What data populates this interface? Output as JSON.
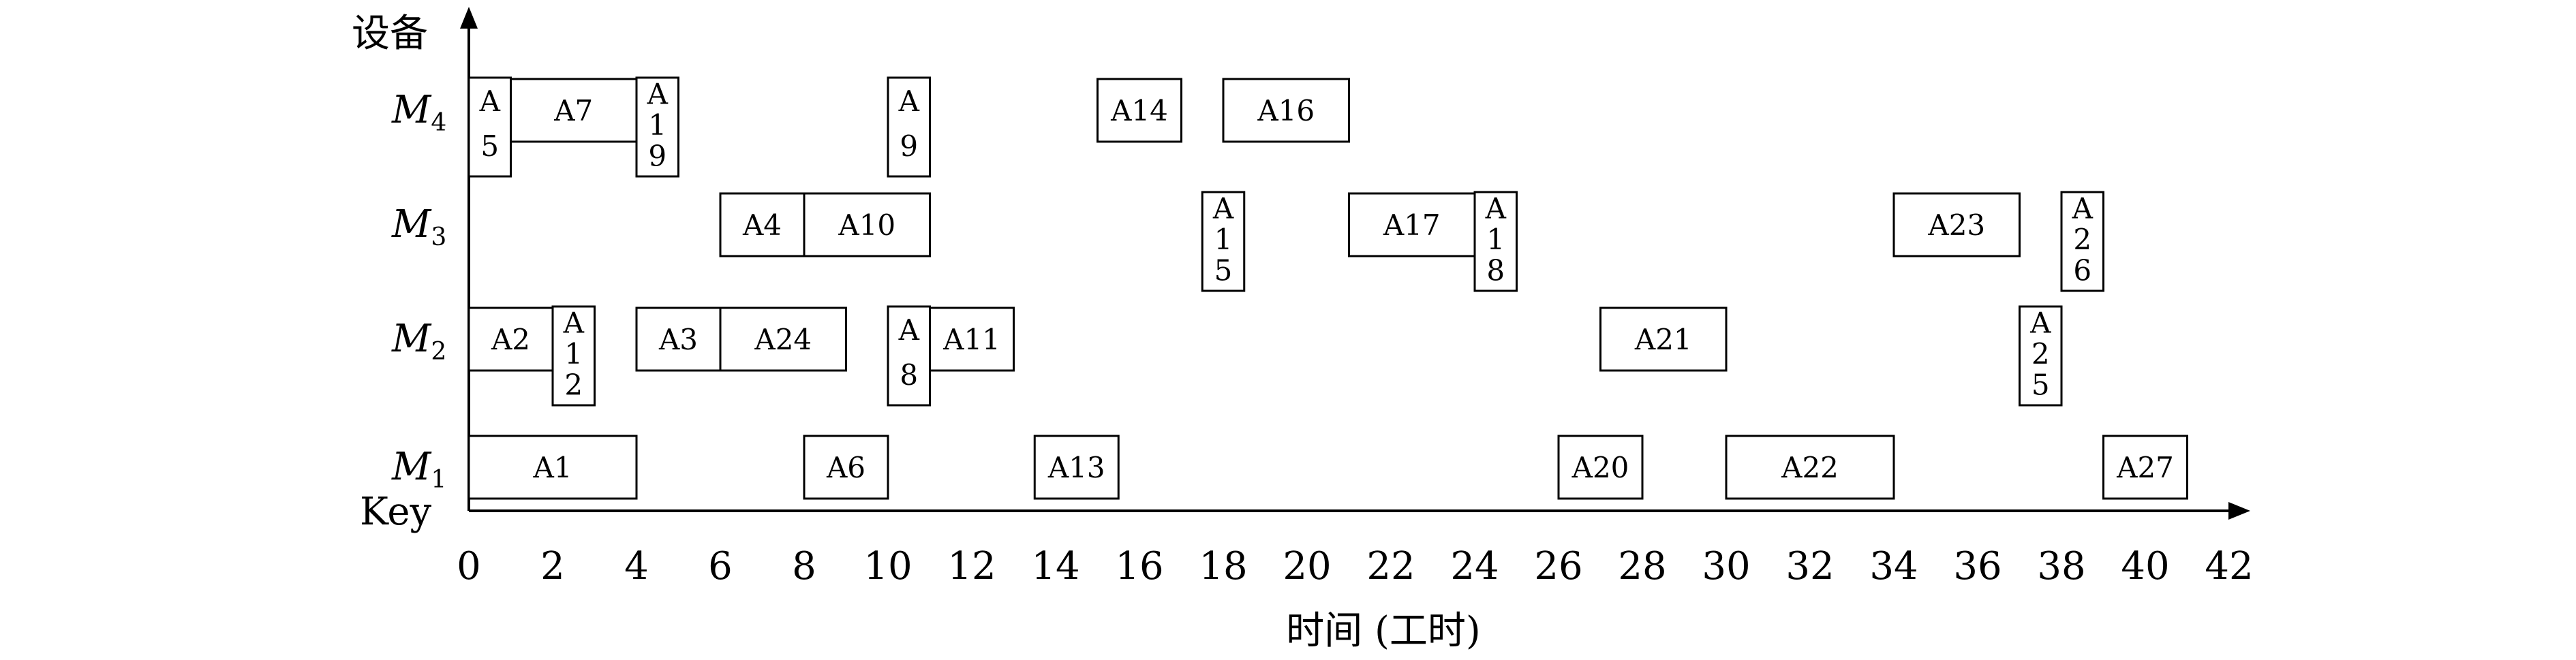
{
  "chart_data": {
    "type": "gantt",
    "ylabel": "设备",
    "xlabel": "时间 (工时)",
    "key_label": "Key",
    "xlim": [
      0,
      42
    ],
    "x_ticks": [
      0,
      2,
      4,
      6,
      8,
      10,
      12,
      14,
      16,
      18,
      20,
      22,
      24,
      26,
      28,
      30,
      32,
      34,
      36,
      38,
      40,
      42
    ],
    "machines": [
      {
        "label": "M",
        "sub": "1"
      },
      {
        "label": "M",
        "sub": "2"
      },
      {
        "label": "M",
        "sub": "3"
      },
      {
        "label": "M",
        "sub": "4"
      }
    ],
    "tasks": [
      {
        "name": "A1",
        "machine": 0,
        "start": 0,
        "end": 4
      },
      {
        "name": "A6",
        "machine": 0,
        "start": 8,
        "end": 10
      },
      {
        "name": "A13",
        "machine": 0,
        "start": 13.5,
        "end": 15.5
      },
      {
        "name": "A20",
        "machine": 0,
        "start": 26,
        "end": 28
      },
      {
        "name": "A22",
        "machine": 0,
        "start": 30,
        "end": 34
      },
      {
        "name": "A27",
        "machine": 0,
        "start": 39,
        "end": 41
      },
      {
        "name": "A2",
        "machine": 1,
        "start": 0,
        "end": 2
      },
      {
        "name": "A12",
        "machine": 1,
        "start": 2,
        "end": 3,
        "vertical": true
      },
      {
        "name": "A3",
        "machine": 1,
        "start": 4,
        "end": 6
      },
      {
        "name": "A24",
        "machine": 1,
        "start": 6,
        "end": 9
      },
      {
        "name": "A8",
        "machine": 1,
        "start": 10,
        "end": 11,
        "vertical": true
      },
      {
        "name": "A11",
        "machine": 1,
        "start": 11,
        "end": 13
      },
      {
        "name": "A21",
        "machine": 1,
        "start": 27,
        "end": 30
      },
      {
        "name": "A25",
        "machine": 1,
        "start": 37,
        "end": 38,
        "vertical": true
      },
      {
        "name": "A4",
        "machine": 2,
        "start": 6,
        "end": 8
      },
      {
        "name": "A10",
        "machine": 2,
        "start": 8,
        "end": 11
      },
      {
        "name": "A15",
        "machine": 2,
        "start": 17.5,
        "end": 18.5,
        "vertical": true
      },
      {
        "name": "A17",
        "machine": 2,
        "start": 21,
        "end": 24
      },
      {
        "name": "A18",
        "machine": 2,
        "start": 24,
        "end": 25,
        "vertical": true
      },
      {
        "name": "A23",
        "machine": 2,
        "start": 34,
        "end": 37
      },
      {
        "name": "A26",
        "machine": 2,
        "start": 38,
        "end": 39,
        "vertical": true
      },
      {
        "name": "A5",
        "machine": 3,
        "start": 0,
        "end": 1,
        "vertical": true
      },
      {
        "name": "A7",
        "machine": 3,
        "start": 1,
        "end": 4
      },
      {
        "name": "A19",
        "machine": 3,
        "start": 4,
        "end": 5,
        "vertical": true
      },
      {
        "name": "A9",
        "machine": 3,
        "start": 10,
        "end": 11,
        "vertical": true
      },
      {
        "name": "A14",
        "machine": 3,
        "start": 15,
        "end": 17
      },
      {
        "name": "A16",
        "machine": 3,
        "start": 18,
        "end": 21
      }
    ]
  }
}
